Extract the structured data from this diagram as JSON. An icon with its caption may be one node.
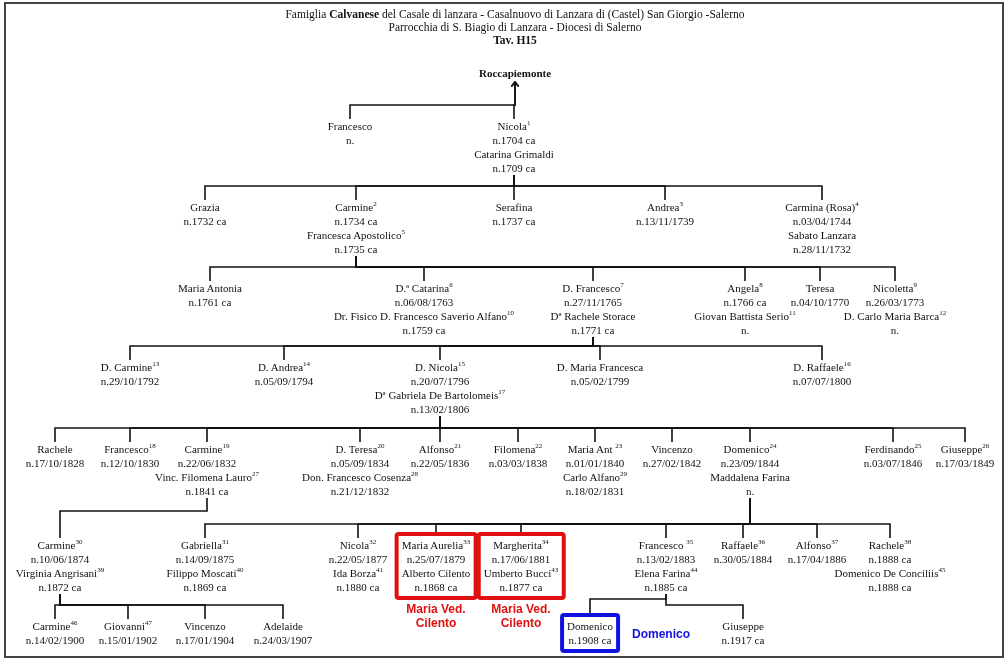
{
  "diagram": {
    "title": "Famiglia **Calvanese** del Casale di lanzara - Casalnuovo di Lanzara di (Castel) San Giorgio -Salerno",
    "labels": [
      "Parrocchia di S. Biagio di Lanzara - Diocesi di Salerno",
      "Tav. H15"
    ],
    "nodes": [
      {
        "text": [
          "Roccapiemonte"
        ]
      },
      {
        "text": [
          "Francesco",
          "n."
        ]
      },
      {
        "text": [
          "Nicola$^{1}$",
          "n.1704 ca",
          "Catarina Grimaldi",
          "n.1709 ca"
        ]
      },
      {
        "text": [
          "Grazia",
          "n.1732 ca"
        ]
      },
      {
        "text": [
          "Carmine$^{2}$",
          "n.1734 ca",
          "Francesca Apostolico$^{5}$",
          "n.1735 ca"
        ]
      },
      {
        "text": [
          "Serafina",
          "n.1737 ca"
        ]
      },
      {
        "text": [
          "Andrea$^{3}$",
          "n.13/11/1739"
        ]
      },
      {
        "text": [
          "Carmina (Rosa)$^{4}$",
          "n.03/04/1744",
          "Sabato Lanzara",
          "n.28/11/1732"
        ]
      },
      {
        "text": [
          "Maria Antonia",
          "n.1761 ca"
        ]
      },
      {
        "text": [
          "D.ª Catarina$^{6}$",
          "n.06/08/1763",
          "Dr. Fisico D. Francesco Saverio Alfano$^{10}$",
          "n.1759 ca"
        ]
      },
      {
        "text": [
          "D. Francesco$^{7}$",
          "n.27/11/1765",
          "Dª Rachele Storace",
          "n.1771 ca"
        ]
      },
      {
        "text": [
          "Angela$^{8}$",
          "n.1766 ca",
          "Giovan Battista Serio$^{11}$",
          "n."
        ]
      },
      {
        "text": [
          "Teresa",
          "n.04/10/1770"
        ]
      },
      {
        "text": [
          "Nicoletta$^{9}$",
          "n.26/03/1773",
          "D. Carlo Maria Barca$^{12}$",
          "n."
        ]
      },
      {
        "text": [
          "D. Carmine$^{13}$",
          "n.29/10/1792"
        ]
      },
      {
        "text": [
          "D. Andrea$^{14}$",
          "n.05/09/1794"
        ]
      },
      {
        "text": [
          "D. Nicola$^{15}$",
          "n.20/07/1796",
          "Dª Gabriela De Bartolomeis$^{17}$",
          "n.13/02/1806"
        ]
      },
      {
        "text": [
          "D. Maria Francesca",
          "n.05/02/1799"
        ]
      },
      {
        "text": [
          "D. Raffaele$^{16}$",
          "n.07/07/1800"
        ]
      },
      {
        "text": [
          "Rachele",
          "n.17/10/1828"
        ]
      },
      {
        "text": [
          "Francesco$^{18}$",
          "n.12/10/1830"
        ]
      },
      {
        "text": [
          "Carmine$^{19}$",
          "n.22/06/1832",
          "Vinc. Filomena Lauro$^{27}$",
          "n.1841 ca"
        ]
      },
      {
        "text": [
          "D. Teresa$^{20}$",
          "n.05/09/1834",
          "Don. Francesco Cosenza$^{28}$",
          "n.21/12/1832"
        ]
      },
      {
        "text": [
          "Alfonso$^{21}$",
          "n.22/05/1836"
        ]
      },
      {
        "text": [
          "Filomena$^{22}$",
          "n.03/03/1838"
        ]
      },
      {
        "text": [
          "Maria Ant $^{23}$",
          "n.01/01/1840",
          "Carlo Alfano$^{29}$",
          "n.18/02/1831"
        ]
      },
      {
        "text": [
          "Vincenzo",
          "n.27/02/1842"
        ]
      },
      {
        "text": [
          "Domenico$^{24}$",
          "n.23/09/1844",
          "Maddalena Farina",
          "n."
        ]
      },
      {
        "text": [
          "Ferdinando$^{25}$",
          "n.03/07/1846"
        ]
      },
      {
        "text": [
          "Giuseppe$^{26}$",
          "n.17/03/1849"
        ]
      },
      {
        "text": [
          "Carmine$^{30}$",
          "n.10/06/1874",
          "Virginia Angrisani$^{39}$",
          "n.1872 ca"
        ]
      },
      {
        "text": [
          "Gabriella$^{31}$",
          "n.14/09/1875",
          "Filippo Moscati$^{40}$",
          "n.1869 ca"
        ]
      },
      {
        "text": [
          "Nicola$^{32}$",
          "n.22/05/1877",
          "Ida Borza$^{41}$",
          "n.1880 ca"
        ]
      },
      {
        "text": [
          "Maria Aurelia$^{33}$",
          "n.25/07/1879",
          "Alberto Cilento",
          "n.1868 ca"
        ],
        "beside": [
          "Maria Ved. Cilento"
        ]
      },
      {
        "text": [
          "Margherita$^{34}$",
          "n.17/06/1881",
          "Umberto Bucci$^{43}$",
          "n.1877 ca"
        ],
        "beside": [
          "Maria Ved. Cilento"
        ]
      },
      {
        "text": [
          "Francesco $^{35}$",
          "n.13/02/1883",
          "Elena Farina$^{44}$",
          "n.1885 ca"
        ]
      },
      {
        "text": [
          "Raffaele$^{36}$",
          "n.30/05/1884"
        ]
      },
      {
        "text": [
          "Alfonso$^{37}$",
          "n.17/04/1886"
        ]
      },
      {
        "text": [
          "Rachele$^{38}$",
          "n.1888 ca",
          "Domenico De Conciliis$^{45}$",
          "n.1888 ca"
        ]
      },
      {
        "text": [
          "Carmine$^{46}$",
          "n.14/02/1900"
        ]
      },
      {
        "text": [
          "Giovanni$^{47}$",
          "n.15/01/1902"
        ]
      },
      {
        "text": [
          "Vincenzo",
          "n.17/01/1904"
        ]
      },
      {
        "text": [
          "Adelaide",
          "n.24/03/1907"
        ]
      },
      {
        "text": [
          "Domenico",
          "n.1908 ca"
        ],
        "beside": [
          "Domenico"
        ]
      },
      {
        "text": [
          "Giuseppe",
          "n.1917 ca"
        ]
      }
    ],
    "edges": [
      {
        "from": 1,
        "to": 0,
        "arrow": "to"
      },
      {
        "from": 2,
        "to": 0,
        "arrow": "to"
      },
      {
        "from": 2,
        "to": 3,
        "arrow": "none"
      },
      {
        "from": 2,
        "to": 4,
        "arrow": "none"
      },
      {
        "from": 2,
        "to": 5,
        "arrow": "none"
      },
      {
        "from": 2,
        "to": 6,
        "arrow": "none"
      },
      {
        "from": 2,
        "to": 7,
        "arrow": "none"
      },
      {
        "from": 4,
        "to": 8,
        "arrow": "none"
      },
      {
        "from": 4,
        "to": 9,
        "arrow": "none"
      },
      {
        "from": 4,
        "to": 10,
        "arrow": "none"
      },
      {
        "from": 4,
        "to": 11,
        "arrow": "none"
      },
      {
        "from": 4,
        "to": 12,
        "arrow": "none"
      },
      {
        "from": 4,
        "to": 13,
        "arrow": "none"
      },
      {
        "from": 10,
        "to": 14,
        "arrow": "none"
      },
      {
        "from": 10,
        "to": 15,
        "arrow": "none"
      },
      {
        "from": 10,
        "to": 16,
        "arrow": "none"
      },
      {
        "from": 10,
        "to": 17,
        "arrow": "none"
      },
      {
        "from": 10,
        "to": 18,
        "arrow": "none"
      },
      {
        "from": 16,
        "to": 19,
        "arrow": "none"
      },
      {
        "from": 16,
        "to": 20,
        "arrow": "none"
      },
      {
        "from": 16,
        "to": 21,
        "arrow": "none"
      },
      {
        "from": 16,
        "to": 22,
        "arrow": "none"
      },
      {
        "from": 16,
        "to": 23,
        "arrow": "none"
      },
      {
        "from": 16,
        "to": 24,
        "arrow": "none"
      },
      {
        "from": 16,
        "to": 25,
        "arrow": "none"
      },
      {
        "from": 16,
        "to": 26,
        "arrow": "none"
      },
      {
        "from": 16,
        "to": 27,
        "arrow": "none"
      },
      {
        "from": 16,
        "to": 28,
        "arrow": "none"
      },
      {
        "from": 16,
        "to": 29,
        "arrow": "none"
      },
      {
        "from": 21,
        "to": 30,
        "arrow": "none"
      },
      {
        "from": 27,
        "to": 31,
        "arrow": "none"
      },
      {
        "from": 27,
        "to": 32,
        "arrow": "none"
      },
      {
        "from": 27,
        "to": 33,
        "arrow": "none"
      },
      {
        "from": 27,
        "to": 34,
        "arrow": "none"
      },
      {
        "from": 27,
        "to": 35,
        "arrow": "none"
      },
      {
        "from": 27,
        "to": 36,
        "arrow": "none"
      },
      {
        "from": 27,
        "to": 37,
        "arrow": "none"
      },
      {
        "from": 27,
        "to": 38,
        "arrow": "none"
      },
      {
        "from": 30,
        "to": 39,
        "arrow": "none"
      },
      {
        "from": 30,
        "to": 40,
        "arrow": "none"
      },
      {
        "from": 30,
        "to": 41,
        "arrow": "none"
      },
      {
        "from": 30,
        "to": 42,
        "arrow": "none"
      },
      {
        "from": 35,
        "to": 43,
        "arrow": "none"
      },
      {
        "from": 35,
        "to": 44,
        "arrow": "none"
      }
    ]
  }
}
